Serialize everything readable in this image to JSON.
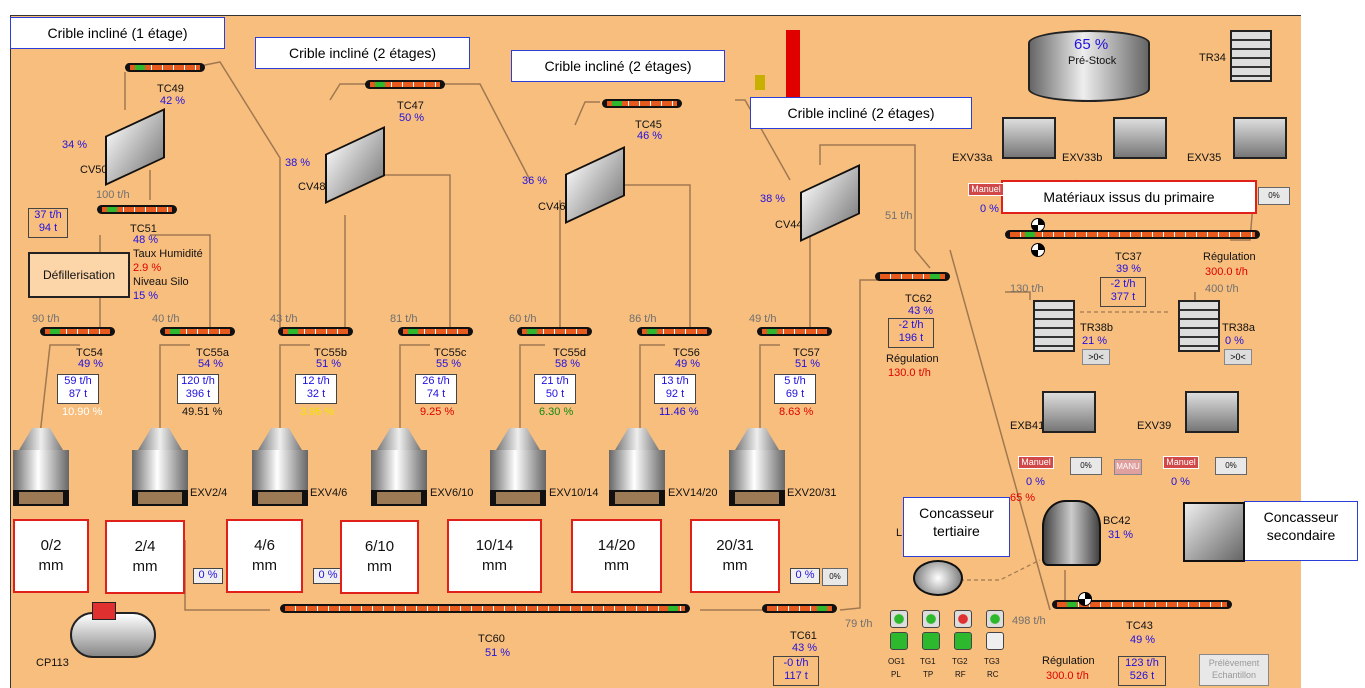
{
  "captions": {
    "cap1": "Crible incliné (1 étage)",
    "cap2": "Crible incliné (2 étages)",
    "cap3": "Crible incliné (2 étages)",
    "cap4": "Crible incliné (2 étages)",
    "primaire": "Matériaux issus du primaire",
    "tertiaire": "Concasseur tertiaire",
    "secondaire": "Concasseur secondaire"
  },
  "conveyors": {
    "TC49": {
      "name": "TC49",
      "pct": "42 %"
    },
    "TC47": {
      "name": "TC47",
      "pct": "50 %"
    },
    "TC45": {
      "name": "TC45",
      "pct": "46 %"
    },
    "TC51": {
      "name": "TC51",
      "pct": "48 %",
      "flow_in": "100 t/h",
      "rate": "37 t/h",
      "mass": "94 t"
    },
    "TC54": {
      "name": "TC54",
      "pct": "49 %",
      "flow_in": "90 t/h",
      "rate": "59 t/h",
      "mass": "87 t",
      "moisture": "10.90 %"
    },
    "TC55a": {
      "name": "TC55a",
      "pct": "54 %",
      "flow_in": "40 t/h",
      "rate": "120 t/h",
      "mass": "396 t",
      "moisture": "49.51 %"
    },
    "TC55b": {
      "name": "TC55b",
      "pct": "51 %",
      "flow_in": "43 t/h",
      "rate": "12 t/h",
      "mass": "32 t",
      "moisture": "3.96 %"
    },
    "TC55c": {
      "name": "TC55c",
      "pct": "55 %",
      "flow_in": "81 t/h",
      "rate": "26 t/h",
      "mass": "74 t",
      "moisture": "9.25 %"
    },
    "TC55d": {
      "name": "TC55d",
      "pct": "58 %",
      "flow_in": "60 t/h",
      "rate": "21 t/h",
      "mass": "50 t",
      "moisture": "6.30 %"
    },
    "TC56": {
      "name": "TC56",
      "pct": "49 %",
      "flow_in": "86 t/h",
      "rate": "13 t/h",
      "mass": "92 t",
      "moisture": "11.46 %"
    },
    "TC57": {
      "name": "TC57",
      "pct": "51 %",
      "flow_in": "49 t/h",
      "rate": "5 t/h",
      "mass": "69 t",
      "moisture": "8.63 %"
    },
    "TC62": {
      "name": "TC62",
      "pct": "43 %",
      "flow_in": "51 t/h",
      "rate": "-2 t/h",
      "mass": "196 t",
      "reg_label": "Régulation",
      "reg_val": "130.0 t/h"
    },
    "TC37": {
      "name": "TC37",
      "pct": "39 %",
      "rate": "-2 t/h",
      "mass": "377 t",
      "reg_label": "Régulation",
      "reg_val": "300.0 t/h",
      "flow_left": "130 t/h",
      "flow_right": "400 t/h"
    },
    "TC60": {
      "name": "TC60",
      "pct": "51 %"
    },
    "TC61": {
      "name": "TC61",
      "pct": "43 %",
      "rate": "-0 t/h",
      "mass": "117 t",
      "flow": "79 t/h"
    },
    "TC43": {
      "name": "TC43",
      "pct": "49 %",
      "flow": "498 t/h",
      "rate": "123 t/h",
      "mass": "526 t",
      "reg_label": "Régulation",
      "reg_val": "300.0 t/h"
    }
  },
  "screens": {
    "CV50": {
      "name": "CV50",
      "pct": "34 %"
    },
    "CV48": {
      "name": "CV48",
      "pct": "38 %"
    },
    "CV46": {
      "name": "CV46",
      "pct": "36 %"
    },
    "CV44": {
      "name": "CV44",
      "pct": "38 %"
    }
  },
  "defill": {
    "label": "Défillerisation",
    "hum_label": "Taux Humidité",
    "hum_val": "2.9 %",
    "silo_label": "Niveau Silo",
    "silo_val": "15 %"
  },
  "silos": [
    "0/2\nmm",
    "2/4\nmm",
    "4/6\nmm",
    "6/10\nmm",
    "10/14\nmm",
    "14/20\nmm",
    "20/31\nmm"
  ],
  "extractors": {
    "e1": "EXV2/4",
    "e2": "EXV4/6",
    "e3": "EXV6/10",
    "e4": "EXV10/14",
    "e5": "EXV14/20",
    "e6": "EXV20/31",
    "pct": "0 %"
  },
  "prestock": {
    "pct": "65 %",
    "label": "Pré-Stock"
  },
  "hoppers": {
    "TR34": "TR34",
    "TR38b": {
      "name": "TR38b",
      "pct": "21 %"
    },
    "TR38a": {
      "name": "TR38a",
      "pct": "0 %"
    },
    "reset": ">0<"
  },
  "feeders": {
    "EXV33a": "EXV33a",
    "EXV33b": "EXV33b",
    "EXV35": "EXV35",
    "EXB41": "EXB41",
    "EXV39": "EXV39",
    "manuel": "Manuel",
    "manu": "MANU",
    "zero": "0 %",
    "zero_btn": "0%",
    "red_pct": "65 %"
  },
  "crusher": {
    "BC42": "BC42",
    "BC42_pct": "31 %",
    "L_label": "L"
  },
  "compressor": "CP113",
  "status_panel": {
    "labels": [
      [
        "OG1",
        "PL"
      ],
      [
        "TG1",
        "TP"
      ],
      [
        "TG2",
        "RF"
      ],
      [
        "TG3",
        "RC"
      ]
    ]
  },
  "sample_button": "Prélèvement Echantillon",
  "colors": {
    "background": "#F8BE7E",
    "belt": "#E75A1E",
    "value_blue": "#2010E0",
    "alarm_red": "#E00000"
  }
}
